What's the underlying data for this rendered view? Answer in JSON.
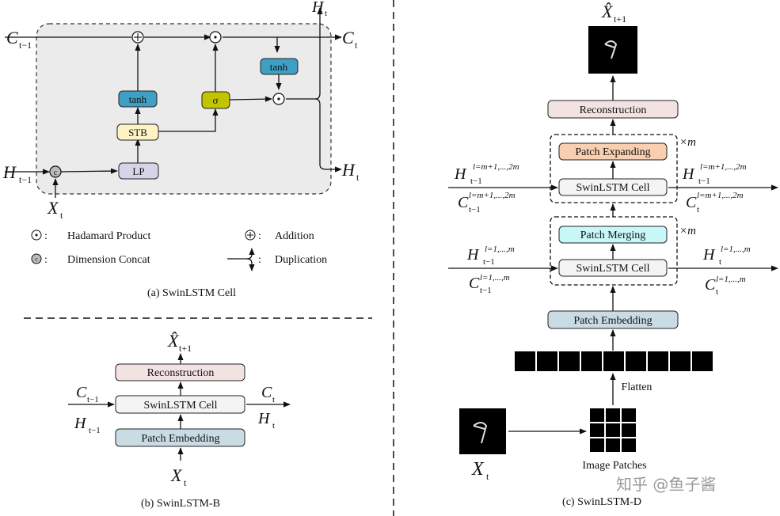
{
  "panel_a": {
    "caption": "(a) SwinLSTM Cell",
    "c_prev": "C",
    "c_prev_sub": "t−1",
    "c_next": "C",
    "c_next_sub": "t",
    "h_prev": "H",
    "h_prev_sub": "t−1",
    "h_out_top": "H",
    "h_out_top_sub": "t",
    "h_out_right": "H",
    "h_out_right_sub": "t",
    "x_in": "X",
    "x_in_sub": "t",
    "boxes": {
      "tanh_left": "tanh",
      "stb": "STB",
      "lp": "LP",
      "sigma": "σ",
      "tanh_right": "tanh"
    },
    "ops": {
      "concat": "c",
      "plus": "+",
      "dot": "·"
    },
    "legend": {
      "hadamard": "Hadamard Product",
      "addition": "Addition",
      "concat": "Dimension Concat",
      "duplication": "Duplication",
      "sep": ":"
    }
  },
  "panel_b": {
    "caption": "(b) SwinLSTM-B",
    "out": "X̂",
    "out_sub": "t+1",
    "reconstruction": "Reconstruction",
    "cell": "SwinLSTM Cell",
    "embedding": "Patch Embedding",
    "c_prev": "C",
    "c_prev_sub": "t−1",
    "h_prev": "H",
    "h_prev_sub": "t−1",
    "c_next": "C",
    "c_next_sub": "t",
    "h_next": "H",
    "h_next_sub": "t",
    "x_in": "X",
    "x_in_sub": "t"
  },
  "panel_c": {
    "caption": "(c) SwinLSTM-D",
    "out": "X̂",
    "out_sub": "t+1",
    "reconstruction": "Reconstruction",
    "expanding": "Patch Expanding",
    "cell_top": "SwinLSTM Cell",
    "merging": "Patch Merging",
    "cell_bottom": "SwinLSTM Cell",
    "embedding": "Patch Embedding",
    "times_m": "×m",
    "flatten": "Flatten",
    "image_patches": "Image Patches",
    "x_in": "X",
    "x_in_sub": "t",
    "top_sup": "l=m+1,...,2m",
    "bot_sup": "l=1,...,m",
    "h_prev_top_sub": "t−1",
    "c_prev_top_sub": "t−1",
    "h_next_top_sub": "t−1",
    "c_next_top_sub": "t",
    "h_prev_bot_sub": "t−1",
    "c_prev_bot_sub": "t−1",
    "h_next_bot_sub": "t",
    "c_next_bot_sub": "t",
    "H": "H",
    "C": "C"
  },
  "watermark": "知乎 @鱼子酱",
  "colors": {
    "panel_bg": "#ebebeb",
    "tanh": "#3f9fc4",
    "sigma": "#c2c400",
    "stb": "#fdf3c4",
    "lp": "#d9d3ea",
    "reconstruction": "#f2e3e2",
    "cell": "#f4f4f4",
    "embedding": "#c9dce4",
    "expanding": "#f8cfb0",
    "merging": "#c8f7f7"
  }
}
